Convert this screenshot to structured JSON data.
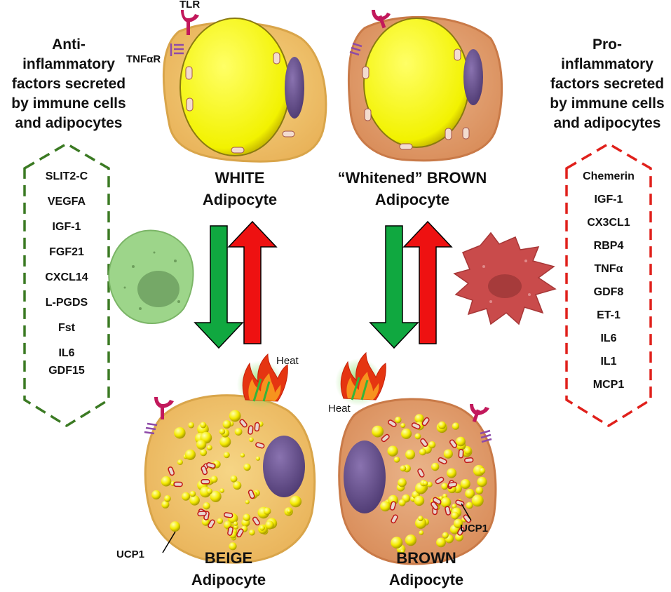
{
  "left_panel": {
    "title_lines": [
      "Anti-",
      "inflammatory",
      "factors secreted",
      "by immune cells",
      "and adipocytes"
    ],
    "factors": [
      "SLIT2-C",
      "VEGFA",
      "IGF-1",
      "FGF21",
      "CXCL14",
      "L-PGDS",
      "Fst",
      "IL6",
      "GDF15"
    ],
    "border_color": "#3b7a23"
  },
  "right_panel": {
    "title_lines": [
      "Pro-",
      "inflammatory",
      "factors secreted",
      "by immune cells",
      "and adipocytes"
    ],
    "factors": [
      "Chemerin",
      "IGF-1",
      "CX3CL1",
      "RBP4",
      "TNFα",
      "GDF8",
      "ET-1",
      "IL6",
      "IL1",
      "MCP1"
    ],
    "border_color": "#e0201b"
  },
  "cells": {
    "white": {
      "line1": "WHITE",
      "line2": "Adipocyte"
    },
    "whitened_brown": {
      "line1": "“Whitened” BROWN",
      "line2": "Adipocyte"
    },
    "beige": {
      "line1": "BEIGE",
      "line2": "Adipocyte"
    },
    "brown": {
      "line1": "BROWN",
      "line2": "Adipocyte"
    }
  },
  "receptor_labels": {
    "tlr": "TLR",
    "tnfar": "TNFαR"
  },
  "annotations": {
    "heat_beige": "Heat",
    "heat_brown": "Heat",
    "ucp1_beige": "UCP1",
    "ucp1_brown": "UCP1"
  },
  "colors": {
    "white_cell": "#f0c060",
    "brown_cell": "#e0a070",
    "lipid": "#ffff00",
    "nucleus": "#6a4f8f",
    "arrow_green": "#10a840",
    "arrow_red": "#ee1111",
    "anti_inflammatory_cell": "#9dd58a",
    "pro_inflammatory_cell": "#c94b4b",
    "tlr": "#c2185b"
  }
}
